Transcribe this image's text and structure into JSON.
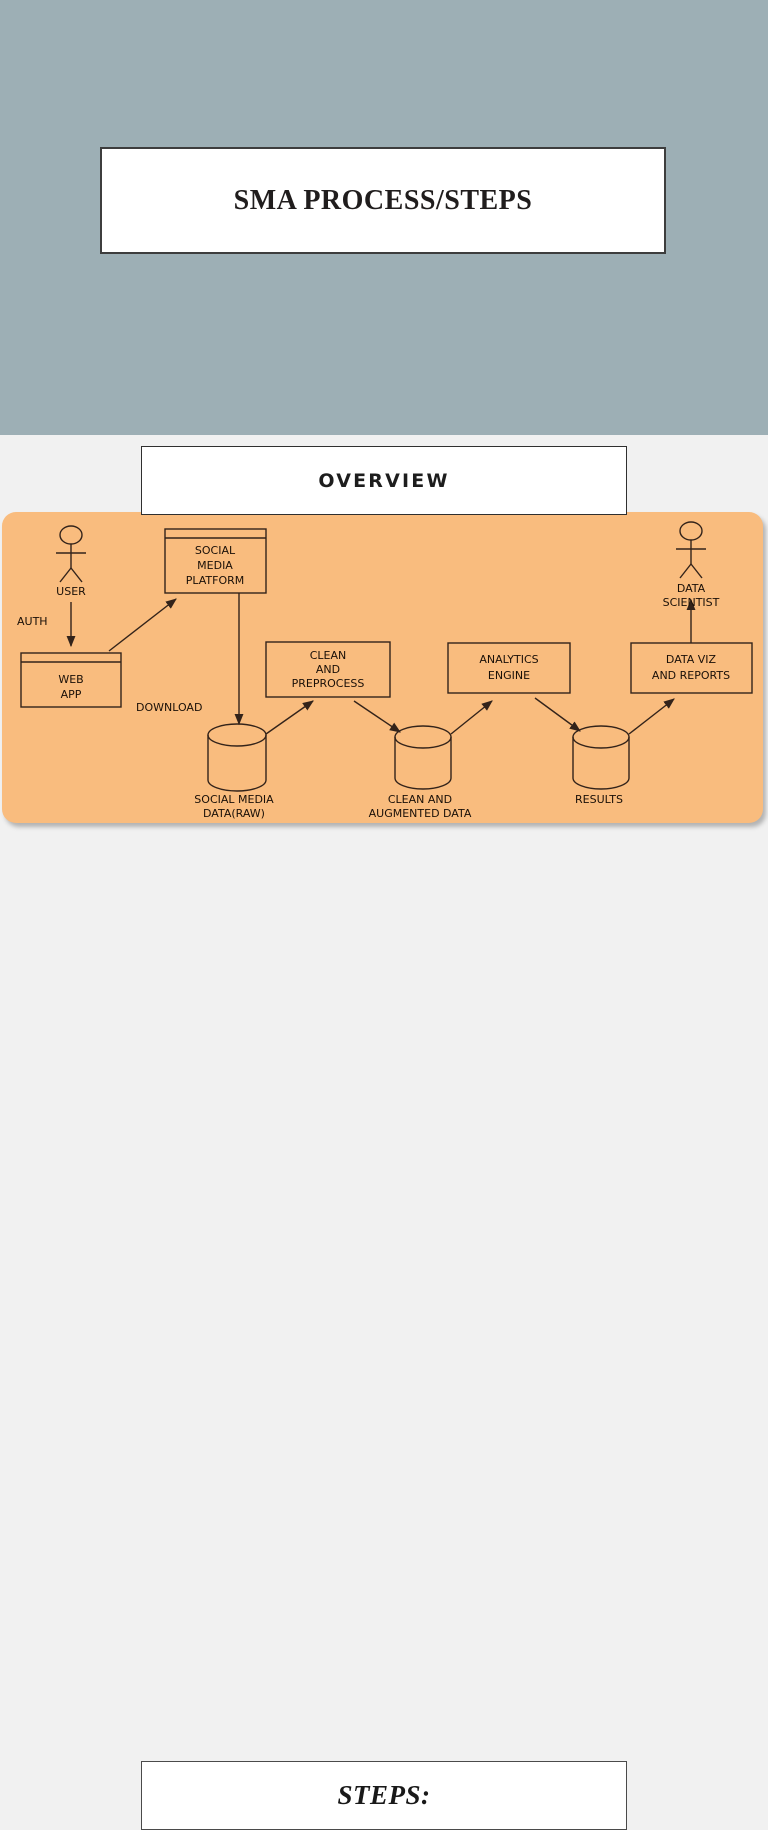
{
  "slides": [
    {
      "id": "slide-title",
      "background_color": "#9dafb5",
      "title": "SMA PROCESS/STEPS"
    },
    {
      "id": "slide-overview",
      "background_color": "#f1f1f1",
      "title": "OVERVIEW",
      "panel_color": "#f9bc7e"
    },
    {
      "id": "slide-steps",
      "background_color": "#f1f1f1",
      "title": "STEPS:"
    }
  ],
  "title_slide": {
    "heading": "SMA PROCESS/STEPS"
  },
  "overview_slide": {
    "heading": "OVERVIEW"
  },
  "steps_slide": {
    "heading": "STEPS:"
  },
  "diagram": {
    "actors": [
      {
        "key": "user",
        "label_line1": "USER",
        "label_line2": ""
      },
      {
        "key": "data_scientist",
        "label_line1": "DATA",
        "label_line2": "SCIENTIST"
      }
    ],
    "components": [
      {
        "key": "social_media_platform",
        "line1": "SOCIAL",
        "line2": "MEDIA",
        "line3": "PLATFORM"
      },
      {
        "key": "web_app",
        "line1": "WEB",
        "line2": "APP",
        "line3": ""
      },
      {
        "key": "clean_and_preprocess",
        "line1": "CLEAN",
        "line2": "AND",
        "line3": "PREPROCESS"
      },
      {
        "key": "analytics_engine",
        "line1": "ANALYTICS",
        "line2": "ENGINE",
        "line3": ""
      },
      {
        "key": "data_viz_and_reports",
        "line1": "DATA VIZ",
        "line2": "AND REPORTS",
        "line3": ""
      }
    ],
    "datastores": [
      {
        "key": "social_media_data_raw",
        "line1": "SOCIAL MEDIA",
        "line2": "DATA(RAW)"
      },
      {
        "key": "clean_and_augmented_data",
        "line1": "CLEAN AND",
        "line2": "AUGMENTED DATA"
      },
      {
        "key": "results",
        "line1": "RESULTS",
        "line2": ""
      }
    ],
    "edge_labels": [
      {
        "key": "auth",
        "label": "AUTH"
      },
      {
        "key": "download",
        "label": "DOWNLOAD"
      }
    ],
    "stroke_color": "#33231a"
  }
}
